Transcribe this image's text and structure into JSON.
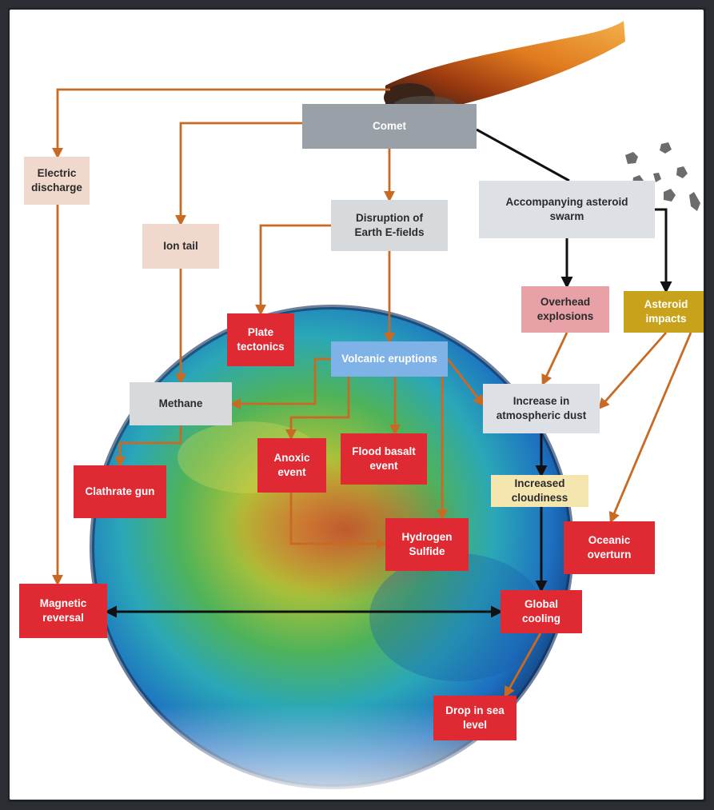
{
  "colors": {
    "arrow_orange": "#c96a24",
    "arrow_black": "#111111",
    "box_red": "#e02a33",
    "box_tan": "#f0d9cc",
    "box_grey": "#d7dadd",
    "box_blue": "#7fb2e6",
    "box_gold": "#c9a21b",
    "box_pink": "#e8a1a6",
    "box_yellow": "#f5e6b0"
  },
  "images": {
    "comet": "comet-image",
    "asteroids": "asteroid-swarm-image",
    "earth": "earth-globe-image"
  },
  "nodes": {
    "comet": "Comet",
    "electric_discharge": "Electric\ndischarge",
    "ion_tail": "Ion tail",
    "disruption": "Disruption of\nEarth E-fields",
    "asteroid_swarm": "Accompanying asteroid\nswarm",
    "plate_tectonics": "Plate\ntectonics",
    "volcanic_eruptions": "Volcanic eruptions",
    "overhead_explosions": "Overhead\nexplosions",
    "asteroid_impacts": "Asteroid\nimpacts",
    "methane": "Methane",
    "increase_dust": "Increase in\natmospheric  dust",
    "anoxic_event": "Anoxic\nevent",
    "flood_basalt": "Flood basalt\nevent",
    "clathrate_gun": "Clathrate gun",
    "increased_cloudiness": "Increased\ncloudiness",
    "hydrogen_sulfide": "Hydrogen\nSulfide",
    "oceanic_overturn": "Oceanic\noverturn",
    "magnetic_reversal": "Magnetic\nreversal",
    "global_cooling": "Global\ncooling",
    "drop_sea_level": "Drop in sea\nlevel"
  }
}
